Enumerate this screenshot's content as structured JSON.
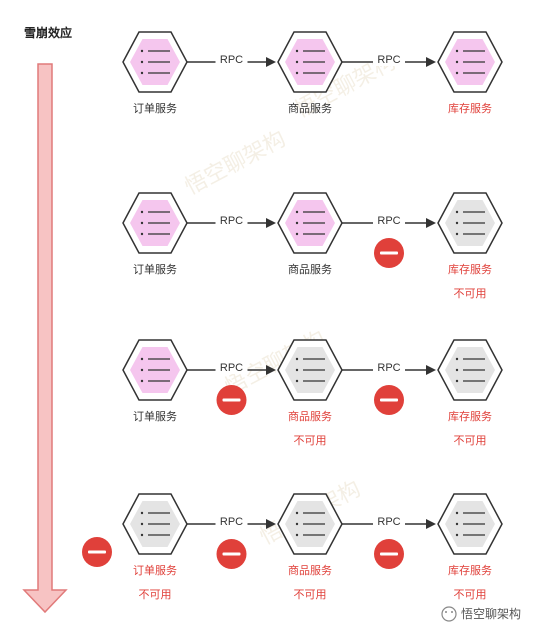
{
  "title": "雪崩效应",
  "rpc_label": "RPC",
  "service_names": {
    "order": "订单服务",
    "product": "商品服务",
    "inventory": "库存服务"
  },
  "unavailable_label": "不可用",
  "watermark": "悟空聊架构",
  "colors": {
    "healthy_fill": "#f5c6ee",
    "failed_fill": "#e4e4e4",
    "node_stroke": "#333333",
    "error_red": "#e0403a",
    "arrow_fill": "#f7c3c3",
    "arrow_stroke": "#e17a7a"
  },
  "rows": [
    {
      "nodes": [
        {
          "name_key": "order",
          "status": "ok"
        },
        {
          "name_key": "product",
          "status": "ok"
        },
        {
          "name_key": "inventory",
          "status": "ok",
          "label_red": true
        }
      ],
      "links": [
        {
          "error": false
        },
        {
          "error": false
        }
      ]
    },
    {
      "nodes": [
        {
          "name_key": "order",
          "status": "ok"
        },
        {
          "name_key": "product",
          "status": "ok"
        },
        {
          "name_key": "inventory",
          "status": "down"
        }
      ],
      "links": [
        {
          "error": false
        },
        {
          "error": true
        }
      ]
    },
    {
      "nodes": [
        {
          "name_key": "order",
          "status": "ok"
        },
        {
          "name_key": "product",
          "status": "down"
        },
        {
          "name_key": "inventory",
          "status": "down"
        }
      ],
      "links": [
        {
          "error": true
        },
        {
          "error": true
        }
      ]
    },
    {
      "nodes": [
        {
          "name_key": "order",
          "status": "down",
          "entry_error": true
        },
        {
          "name_key": "product",
          "status": "down"
        },
        {
          "name_key": "inventory",
          "status": "down"
        }
      ],
      "links": [
        {
          "error": true
        },
        {
          "error": true
        }
      ]
    }
  ]
}
